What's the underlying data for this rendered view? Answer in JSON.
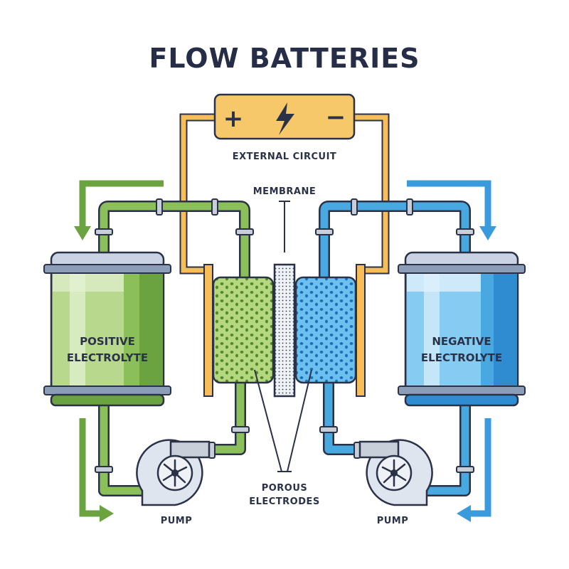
{
  "title": "FLOW BATTERIES",
  "labels": {
    "external_circuit": "EXTERNAL CIRCUIT",
    "membrane": "MEMBRANE",
    "porous_line1": "POROUS",
    "porous_line2": "ELECTRODES",
    "pump_left": "PUMP",
    "pump_right": "PUMP",
    "positive_line1": "POSITIVE",
    "positive_line2": "ELECTROLYTE",
    "negative_line1": "NEGATIVE",
    "negative_line2": "ELECTROLYTE"
  },
  "battery": {
    "plus": "+",
    "minus": "−",
    "icon": "lightning-bolt-icon"
  },
  "colors": {
    "outline": "#2b3248",
    "green": "#8bbf5a",
    "green_dark": "#6aa33f",
    "green_light": "#c9e3a4",
    "blue": "#4aa8e0",
    "blue_dark": "#2f8cd0",
    "blue_light": "#a9d8f5",
    "battery": "#f7c86a",
    "wire": "#f6bd58",
    "steel": "#8c9db8"
  }
}
